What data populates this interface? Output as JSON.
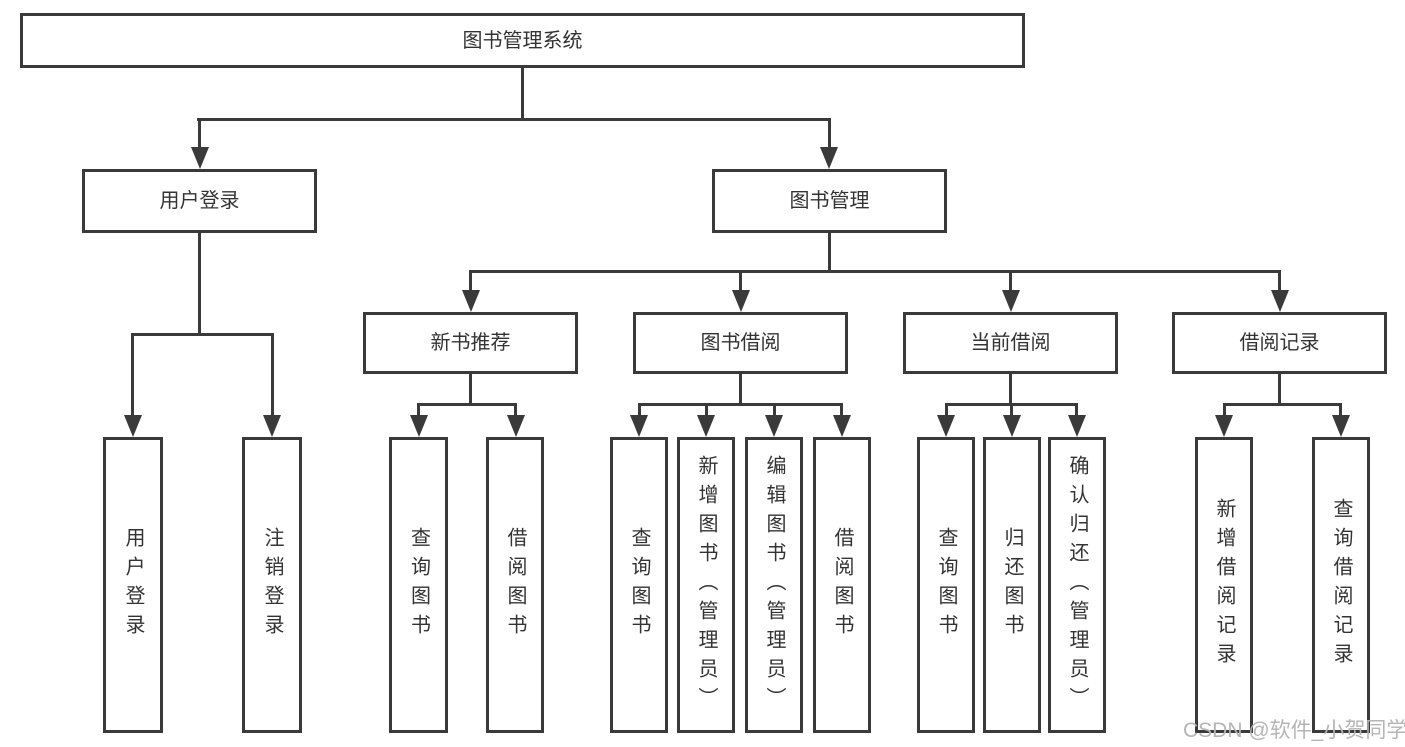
{
  "watermark": "CSDN @软件_小贺同学",
  "tree": {
    "root": {
      "label": "图书管理系统"
    },
    "branches": [
      {
        "label": "用户登录",
        "children": [
          {
            "label": "用户登录"
          },
          {
            "label": "注销登录"
          }
        ]
      },
      {
        "label": "图书管理",
        "groups": [
          {
            "label": "新书推荐",
            "children": [
              {
                "label": "查询图书"
              },
              {
                "label": "借阅图书"
              }
            ]
          },
          {
            "label": "图书借阅",
            "children": [
              {
                "label": "查询图书"
              },
              {
                "label": "新增图书（管理员）"
              },
              {
                "label": "编辑图书（管理员）"
              },
              {
                "label": "借阅图书"
              }
            ]
          },
          {
            "label": "当前借阅",
            "children": [
              {
                "label": "查询图书"
              },
              {
                "label": "归还图书"
              },
              {
                "label": "确认归还（管理员）"
              }
            ]
          },
          {
            "label": "借阅记录",
            "children": [
              {
                "label": "新增借阅记录"
              },
              {
                "label": "查询借阅记录"
              }
            ]
          }
        ]
      }
    ]
  }
}
